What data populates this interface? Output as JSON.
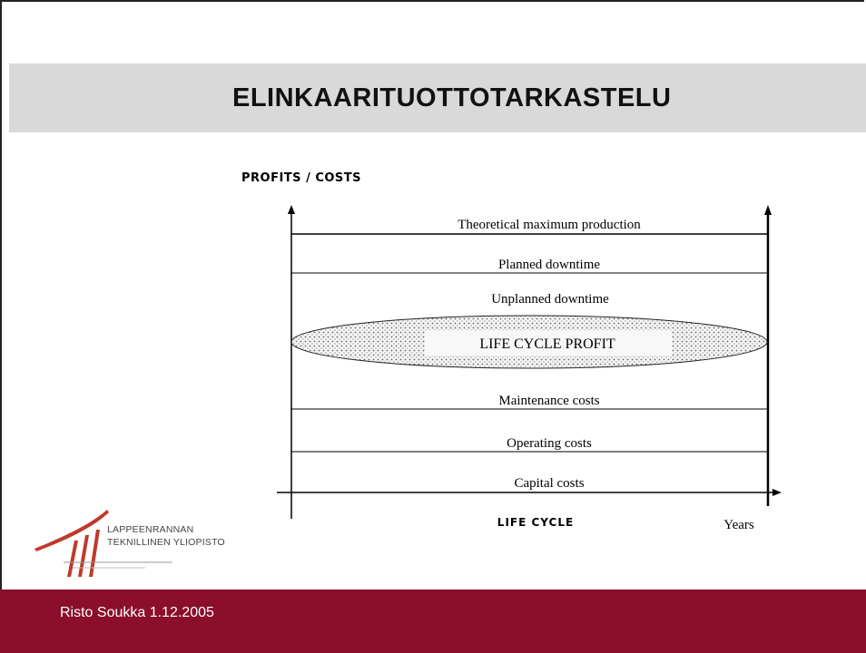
{
  "slide": {
    "title": "ELINKAARITUOTTOTARKASTELU",
    "footer": "Risto Soukka 1.12.2005"
  },
  "logo": {
    "line1": "LAPPEENRANNAN",
    "line2": "TEKNILLINEN YLIOPISTO",
    "color": "#c0392b"
  },
  "diagram": {
    "y_axis_label": "PROFITS / COSTS",
    "x_axis_label": "LIFE CYCLE",
    "x_axis_unit": "Years",
    "bands": {
      "theoretical": "Theoretical maximum production",
      "planned": "Planned downtime",
      "unplanned": "Unplanned downtime",
      "profit": "LIFE CYCLE PROFIT",
      "maintenance": "Maintenance costs",
      "operating": "Operating costs",
      "capital": "Capital costs"
    }
  },
  "colors": {
    "title_band": "#d9d9d9",
    "footer": "#8b0e2b"
  }
}
